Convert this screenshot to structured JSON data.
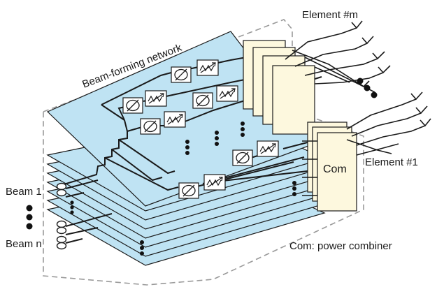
{
  "labels": {
    "network": "Beam-forming network",
    "element_m": "Element #m",
    "element_1": "Element #1",
    "beam_1": "Beam 1",
    "beam_n": "Beam n",
    "com": "Com",
    "legend": "Com: power combiner"
  },
  "icons": [
    "phase-shifter-icon",
    "attenuator-icon",
    "antenna-element-icon",
    "port-coil-icon"
  ],
  "colors": {
    "layer": "#bfe3f3",
    "combiner": "#fdf8de",
    "dashed_outline": "#9a9a9a"
  }
}
